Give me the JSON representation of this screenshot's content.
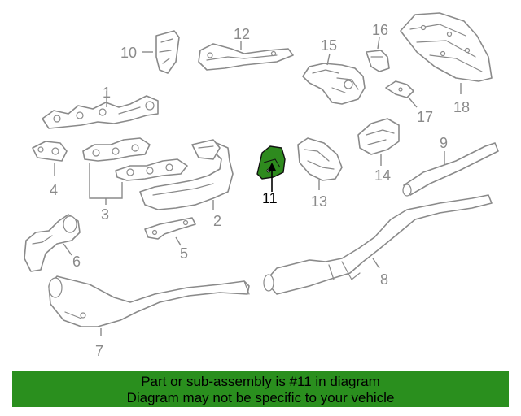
{
  "callouts": {
    "c1": "1",
    "c2": "2",
    "c3": "3",
    "c4": "4",
    "c5": "5",
    "c6": "6",
    "c7": "7",
    "c8": "8",
    "c9": "9",
    "c10": "10",
    "c11": "11",
    "c12": "12",
    "c13": "13",
    "c14": "14",
    "c15": "15",
    "c16": "16",
    "c17": "17",
    "c18": "18"
  },
  "highlight_color": "#2e8a1e",
  "footer": {
    "line1": "Part or sub-assembly is #11 in diagram",
    "line2": "Diagram may not be specific to your vehicle",
    "background": "#2a8f1e"
  }
}
